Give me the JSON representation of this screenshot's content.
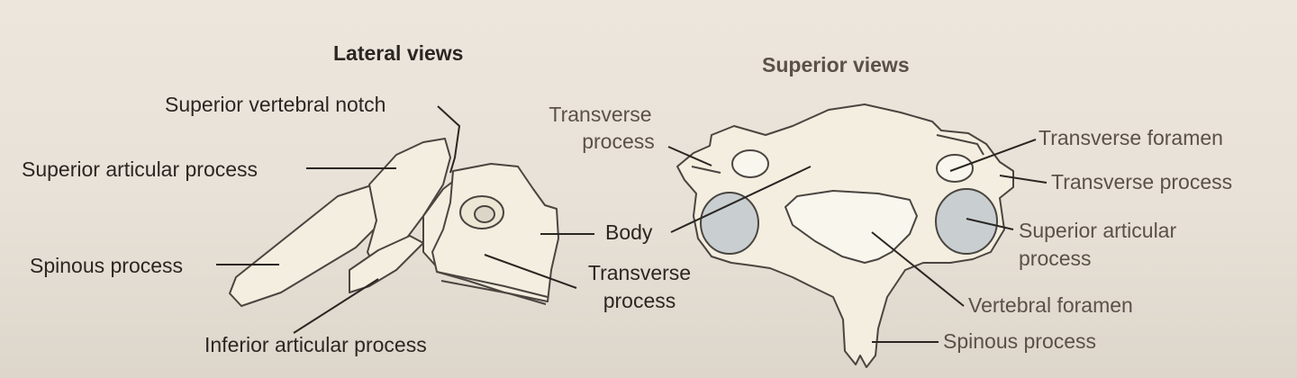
{
  "headings": {
    "lateral": "Lateral views",
    "superior": "Superior views"
  },
  "lateral_labels": {
    "superior_vertebral_notch": "Superior vertebral notch",
    "superior_articular_process": "Superior articular process",
    "spinous_process": "Spinous process",
    "inferior_articular_process": "Inferior articular process",
    "body": "Body",
    "transverse_process_line1": "Transverse",
    "transverse_process_line2": "process"
  },
  "superior_labels": {
    "transverse_process_left_line1": "Transverse",
    "transverse_process_left_line2": "process",
    "transverse_foramen": "Transverse foramen",
    "transverse_process_right": "Transverse process",
    "superior_articular_line1": "Superior articular",
    "superior_articular_line2": "process",
    "vertebral_foramen": "Vertebral foramen",
    "spinous_process": "Spinous process"
  },
  "colors": {
    "bone_fill": "#f3eedf",
    "outline": "#4a4540",
    "facet_fill": "#c9cfd1",
    "leader": "#2a2622"
  }
}
